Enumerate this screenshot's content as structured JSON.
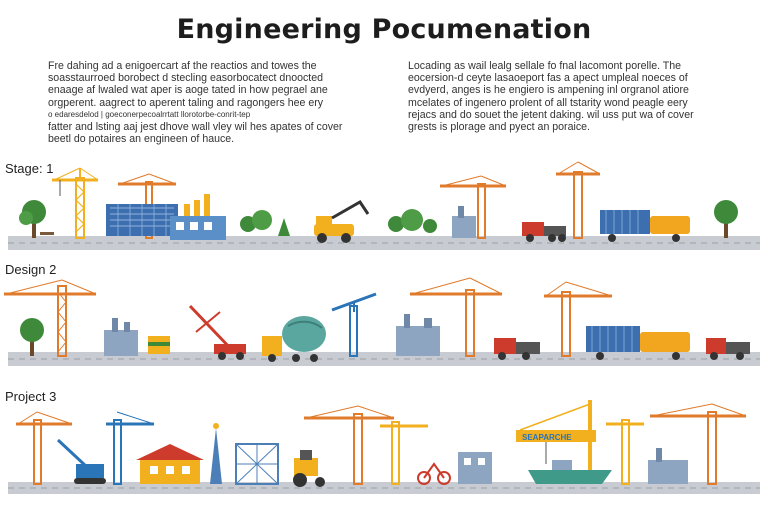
{
  "title": "Engineering Pocumenation",
  "intro": {
    "left_lines": [
      "Fre dahing ad a enigoercart af the reactios and towes the",
      "soasstaurroed borobect d stecling easorbocatect dnoocted",
      "enaage af lwaled wat aper is aoge tated in how pegrael ane",
      "orgperent. aagrect to aperent taling and ragongers hee ery",
      "o edaresdelod | goeconerpecoalrrtatt  llorotorbe-conrit-tep",
      "fatter and lsting aaj jest dhove wall vley wil hes apates of cover",
      "beetl do potaires an engineen of hauce."
    ],
    "right_lines": [
      "Locading as wail lealg sellale fo fnal lacomont porelle. The",
      "eocersion-d ceyte lasaoeport fas a apect umpleal noeces of",
      "evdyerd, anges is he engiero is ampening inl orgranol atiore",
      "mcelates of ingenero prolent of all tstarity wond peagle eery",
      "rejacs and do souet the jetent daking. wil uss put wa of cover",
      "grests is plorage and pyect an poraice."
    ]
  },
  "stages": [
    {
      "label": "Stage: 1"
    },
    {
      "label": "Design 2"
    },
    {
      "label": "Project 3"
    }
  ],
  "signage": {
    "boat_sign": "SEAPARCHE"
  },
  "colors": {
    "crane_orange": "#e07b2c",
    "crane_yellow": "#f2b01e",
    "crane_blue": "#2a74b8",
    "road_gray": "#c8ccd2",
    "tree_green": "#3f8a3a",
    "container_blue": "#3d6fb0",
    "truck_red": "#cc3b2b"
  }
}
